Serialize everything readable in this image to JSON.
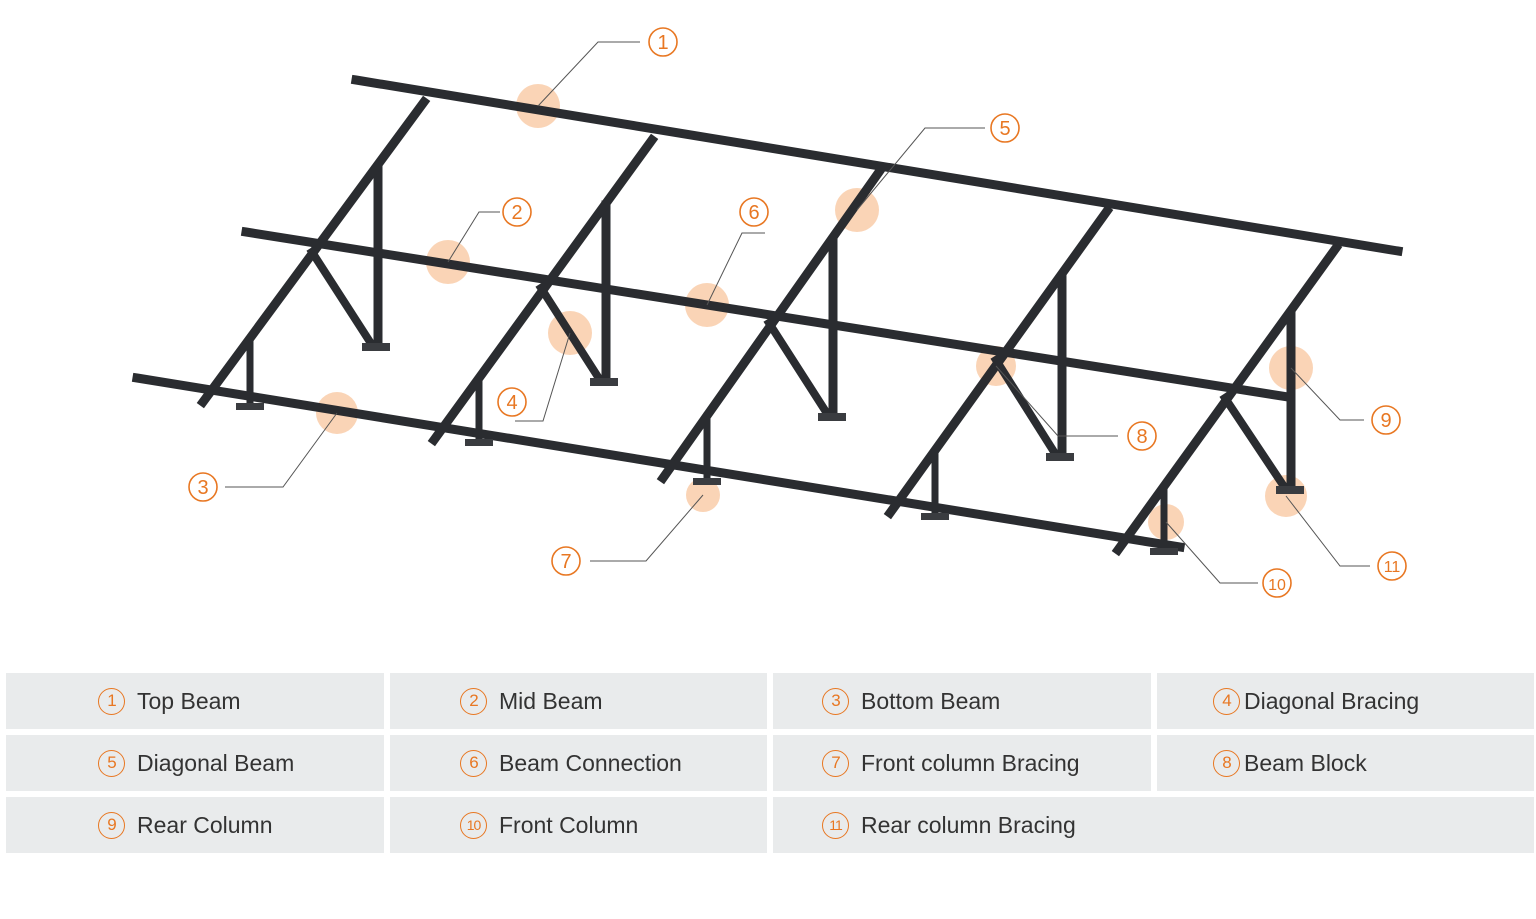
{
  "callouts": [
    {
      "num": "1"
    },
    {
      "num": "2"
    },
    {
      "num": "3"
    },
    {
      "num": "4"
    },
    {
      "num": "5"
    },
    {
      "num": "6"
    },
    {
      "num": "7"
    },
    {
      "num": "8"
    },
    {
      "num": "9"
    },
    {
      "num": "10"
    },
    {
      "num": "11"
    }
  ],
  "legend": [
    {
      "num": "1",
      "label": "Top Beam"
    },
    {
      "num": "2",
      "label": "Mid Beam"
    },
    {
      "num": "3",
      "label": "Bottom Beam"
    },
    {
      "num": "4",
      "label": "Diagonal Bracing"
    },
    {
      "num": "5",
      "label": "Diagonal Beam"
    },
    {
      "num": "6",
      "label": "Beam Connection"
    },
    {
      "num": "7",
      "label": "Front column Bracing"
    },
    {
      "num": "8",
      "label": "Beam Block"
    },
    {
      "num": "9",
      "label": "Rear Column"
    },
    {
      "num": "10",
      "label": "Front Column"
    },
    {
      "num": "11",
      "label": "Rear column Bracing"
    }
  ],
  "colors": {
    "accent": "#e87722",
    "structure": "#2a2c30",
    "cell_bg": "#e9ebec",
    "text": "#333333"
  }
}
